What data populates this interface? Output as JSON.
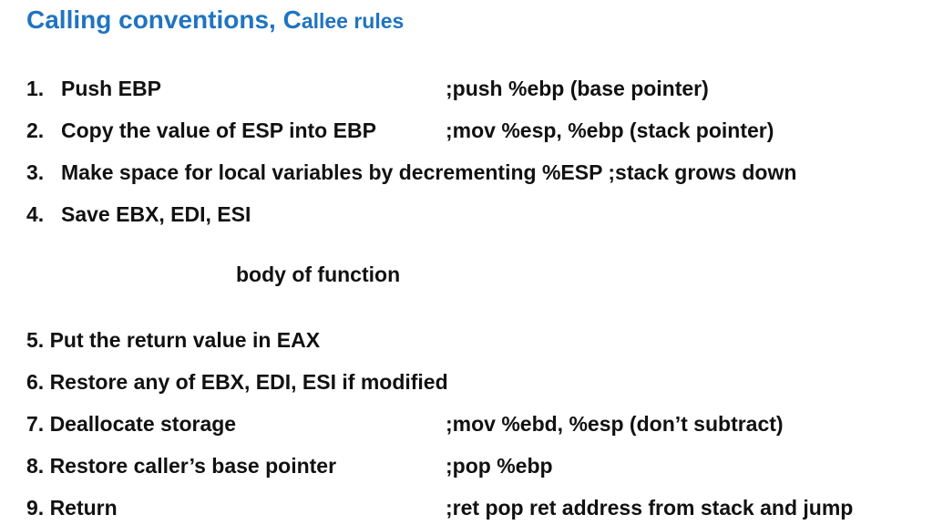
{
  "title": {
    "main": "Calling conventions, C",
    "sub": "allee rules"
  },
  "steps_before": [
    {
      "num": "1.",
      "text": "Push EBP",
      "comment": ";push %ebp  (base pointer)"
    },
    {
      "num": "2.",
      "text": "Copy the value of ESP into EBP",
      "comment": ";mov  %esp,  %ebp  (stack pointer)"
    },
    {
      "num": "3.",
      "text": "Make space for local variables by decrementing %ESP ;stack grows down",
      "comment": ""
    },
    {
      "num": "4.",
      "text": "Save EBX, EDI, ESI",
      "comment": ""
    }
  ],
  "body_label": "body of function",
  "steps_after": [
    {
      "text": "5. Put the return value in EAX",
      "comment": ""
    },
    {
      "text": "6. Restore any of EBX, EDI, ESI if modified",
      "comment": ""
    },
    {
      "text": "7. Deallocate storage",
      "comment": ";mov  %ebd,  %esp (don’t subtract)"
    },
    {
      "text": "8. Restore caller’s base pointer",
      "comment": ";pop  %ebp"
    },
    {
      "text": "9. Return",
      "comment": ";ret   pop ret address from stack and jump"
    }
  ]
}
